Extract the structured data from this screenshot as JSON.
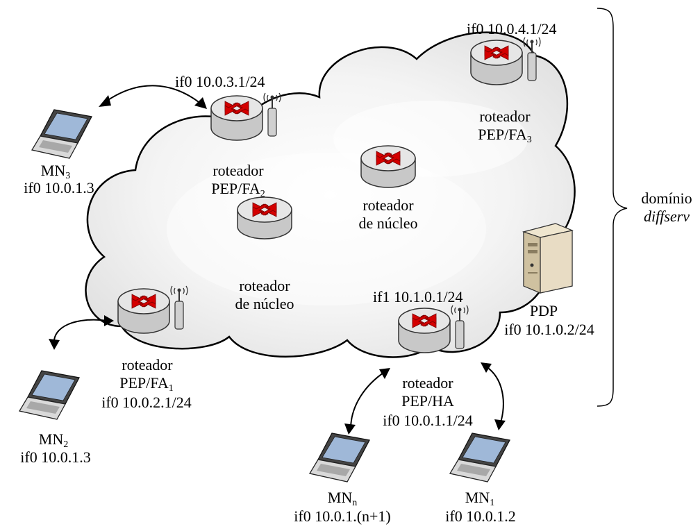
{
  "routers": {
    "fa3": {
      "ip": "if0 10.0.4.1/24",
      "name": "roteador",
      "role": "PEP/FA",
      "sub": "3"
    },
    "fa2": {
      "ip": "if0 10.0.3.1/24",
      "name": "roteador",
      "role": "PEP/FA",
      "sub": "2"
    },
    "fa1": {
      "name": "roteador",
      "role": "PEP/FA",
      "sub": "1",
      "ip": "if0 10.0.2.1/24"
    },
    "ha": {
      "ip": "if1 10.1.0.1/24",
      "name": "roteador",
      "role": "PEP/HA",
      "ip2": "if0 10.0.1.1/24"
    },
    "core_a": {
      "line1": "roteador",
      "line2": "de núcleo"
    },
    "core_b": {
      "line1": "roteador",
      "line2": "de núcleo"
    }
  },
  "nodes": {
    "mn3": {
      "name": "MN",
      "sub": "3",
      "ip": "if0 10.0.1.3"
    },
    "mn2": {
      "name": "MN",
      "sub": "2",
      "ip": "if0 10.0.1.3"
    },
    "mnn": {
      "name": "MN",
      "sub": "n",
      "ip": "if0 10.0.1.(n+1)"
    },
    "mn1": {
      "name": "MN",
      "sub": "1",
      "ip": "if0 10.0.1.2"
    }
  },
  "pdp": {
    "name": "PDP",
    "ip": "if0 10.1.0.2/24"
  },
  "domain": {
    "line1": "domínio",
    "line2": "diffserv"
  },
  "colors": {
    "arrow_red": "#d40000",
    "cloud_fill": "#f0f0f0",
    "router_body": "#d8d8d8",
    "server_body": "#e8dcc4"
  }
}
